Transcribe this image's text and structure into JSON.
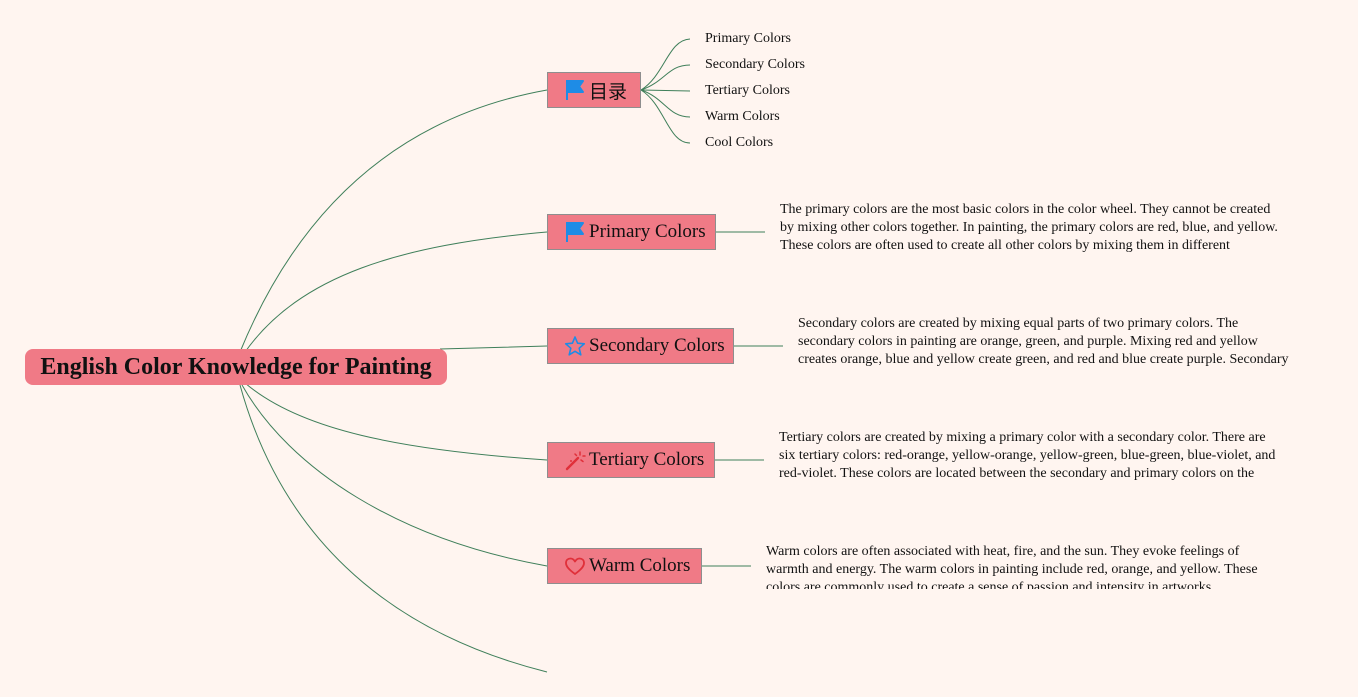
{
  "root": {
    "label": "English Color Knowledge for Painting"
  },
  "toc": {
    "label": "目录",
    "icon": "flag-icon",
    "items": [
      "Primary Colors",
      "Secondary Colors",
      "Tertiary Colors",
      "Warm Colors",
      "Cool Colors"
    ]
  },
  "topics": [
    {
      "label": "Primary Colors",
      "icon": "flag-icon",
      "description": "The primary colors are the most basic colors in the color wheel. They cannot be created by mixing other colors together. In painting, the primary colors are red, blue, and yellow. These colors are often used to create all other colors by mixing them in different combinations."
    },
    {
      "label": "Secondary Colors",
      "icon": "star-icon",
      "description": "Secondary colors are created by mixing equal parts of two primary colors. The secondary colors in painting are orange, green, and purple. Mixing red and yellow creates orange, blue and yellow create green, and red and blue create purple. Secondary colors are located between the primary colors on the color wheel."
    },
    {
      "label": "Tertiary Colors",
      "icon": "magic-wand-icon",
      "description": "Tertiary colors are created by mixing a primary color with a secondary color. There are six tertiary colors: red-orange, yellow-orange, yellow-green, blue-green, blue-violet, and red-violet. These colors are located between the secondary and primary colors on the color wheel."
    },
    {
      "label": "Warm Colors",
      "icon": "heart-icon",
      "description": "Warm colors are often associated with heat, fire, and the sun. They evoke feelings of warmth and energy. The warm colors in painting include red, orange, and yellow. These colors are commonly used to create a sense of passion and intensity in artworks."
    }
  ],
  "colors": {
    "background": "#fff5f0",
    "node_fill": "#f07a86",
    "node_border": "#8e8e8e",
    "connector": "#3f7f5a",
    "icon_blue": "#1e8ce6",
    "icon_red": "#e0303a"
  }
}
